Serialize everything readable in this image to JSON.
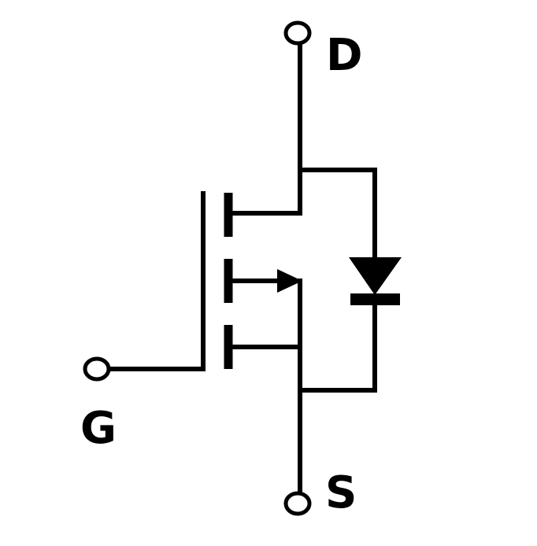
{
  "symbol": {
    "terminals": {
      "drain_label": "D",
      "gate_label": "G",
      "source_label": "S"
    },
    "colors": {
      "ink": "#000000",
      "background": "#ffffff"
    }
  }
}
